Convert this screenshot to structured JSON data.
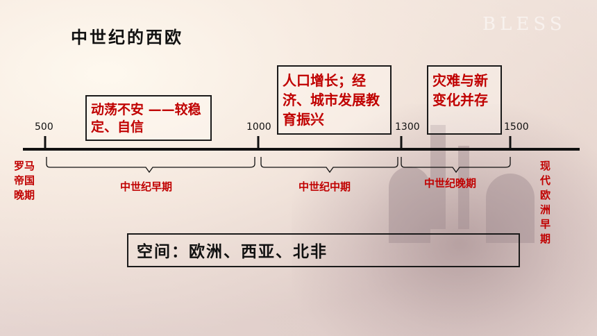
{
  "slide": {
    "title": "中世纪的西欧",
    "logo": "BLESS",
    "boxes": {
      "early": "动荡不安 ——较稳定、自信",
      "middle": "人口增长；经济、城市发展教育振兴",
      "late": "灾难与新变化并存"
    },
    "years": [
      "500",
      "1000",
      "1300",
      "1500"
    ],
    "left_label": "罗马帝国晚期",
    "right_label": "现代欧洲早期",
    "periods": {
      "early": "中世纪早期",
      "middle": "中世纪中期",
      "late": "中世纪晚期"
    },
    "space": "空间：欧洲、西亚、北非"
  }
}
